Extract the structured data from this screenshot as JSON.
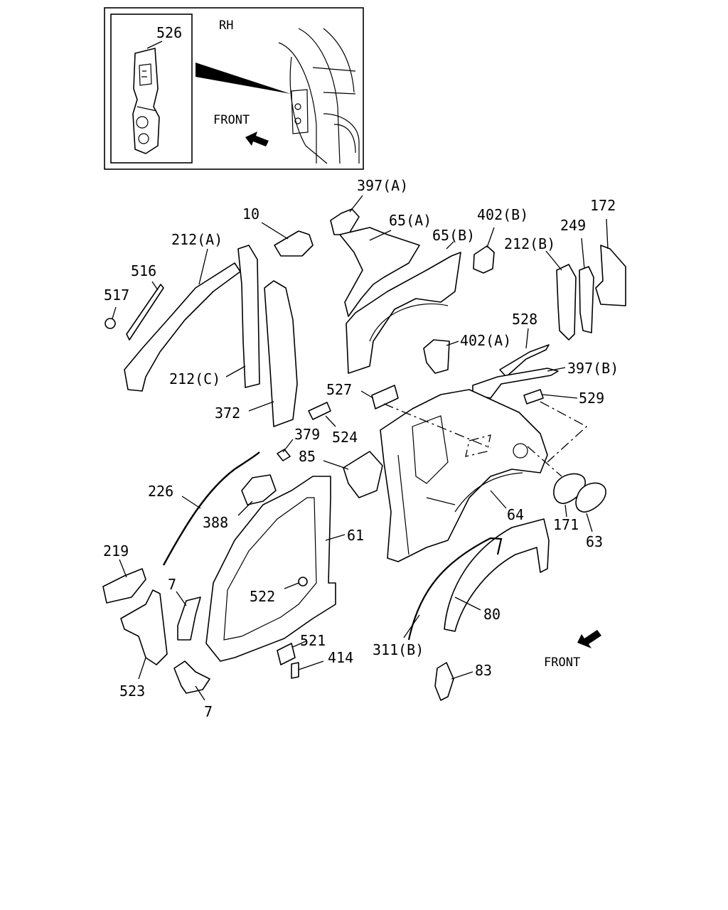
{
  "inset": {
    "side_label": "RH",
    "direction_label": "FRONT",
    "part": "526"
  },
  "main": {
    "direction_label": "FRONT"
  },
  "labels": {
    "p397a": "397(A)",
    "p10": "10",
    "p65a": "65(A)",
    "p402b": "402(B)",
    "p172": "172",
    "p212a": "212(A)",
    "p65b": "65(B)",
    "p249": "249",
    "p212b": "212(B)",
    "p516": "516",
    "p517": "517",
    "p528": "528",
    "p402a": "402(A)",
    "p397b": "397(B)",
    "p212c": "212(C)",
    "p527": "527",
    "p529": "529",
    "p372": "372",
    "p379": "379",
    "p524": "524",
    "p85": "85",
    "p226": "226",
    "p388": "388",
    "p64": "64",
    "p171": "171",
    "p63": "63",
    "p61": "61",
    "p219": "219",
    "p7a": "7",
    "p522": "522",
    "p80": "80",
    "p521": "521",
    "p311b": "311(B)",
    "p414": "414",
    "p523": "523",
    "p83": "83",
    "p7b": "7"
  }
}
